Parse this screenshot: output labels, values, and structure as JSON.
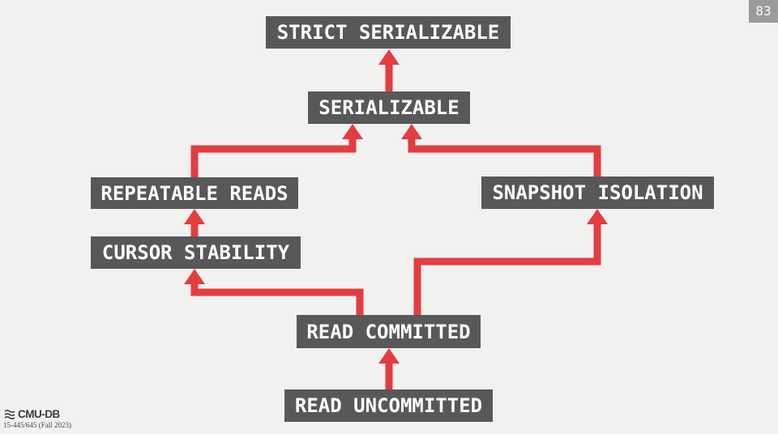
{
  "page_number": "83",
  "footer": {
    "logo_text": "CMU-DB",
    "course_label": "15-445/645 (Fall 2023)"
  },
  "diagram": {
    "title": "isolation-level-hierarchy",
    "nodes": {
      "strict_serializable": {
        "label": "STRICT SERIALIZABLE"
      },
      "serializable": {
        "label": "SERIALIZABLE"
      },
      "repeatable_reads": {
        "label": "REPEATABLE READS"
      },
      "snapshot_isolation": {
        "label": "SNAPSHOT ISOLATION"
      },
      "cursor_stability": {
        "label": "CURSOR STABILITY"
      },
      "read_committed": {
        "label": "READ COMMITTED"
      },
      "read_uncommitted": {
        "label": "READ UNCOMMITTED"
      }
    },
    "edges": [
      {
        "from": "serializable",
        "to": "strict_serializable"
      },
      {
        "from": "repeatable_reads",
        "to": "serializable"
      },
      {
        "from": "snapshot_isolation",
        "to": "serializable"
      },
      {
        "from": "cursor_stability",
        "to": "repeatable_reads"
      },
      {
        "from": "read_committed",
        "to": "cursor_stability"
      },
      {
        "from": "read_committed",
        "to": "snapshot_isolation"
      },
      {
        "from": "read_uncommitted",
        "to": "read_committed"
      }
    ],
    "colors": {
      "background": "#f1f1f0",
      "node_background": "#57585a",
      "node_text": "#ffffff",
      "arrow": "#e53c40",
      "page_badge_background": "#9b9b9b",
      "page_badge_text": "#f8f8f8",
      "logo": "#383c43"
    }
  }
}
